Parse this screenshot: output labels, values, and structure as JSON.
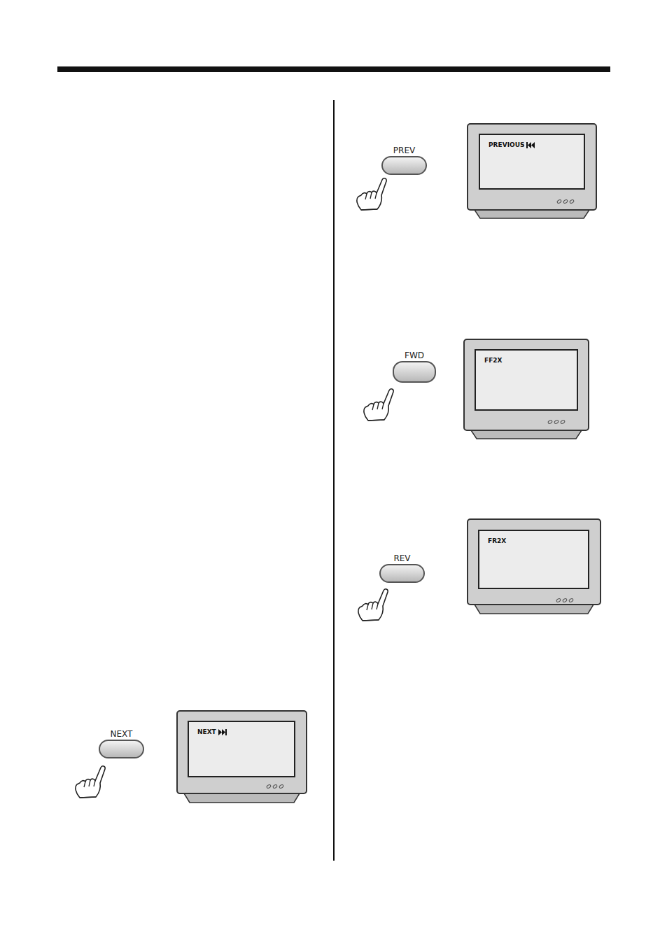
{
  "diagram": {
    "nodes": [
      {
        "text": [
          "PREV"
        ]
      },
      {
        "text": [
          "PREVIOUS"
        ]
      },
      {
        "text": [
          "FWD"
        ]
      },
      {
        "text": [
          "FF2X"
        ]
      },
      {
        "text": [
          "REV"
        ]
      },
      {
        "text": [
          "FR2X"
        ]
      },
      {
        "text": [
          "NEXT"
        ]
      },
      {
        "text": [
          "NEXT"
        ]
      }
    ]
  }
}
